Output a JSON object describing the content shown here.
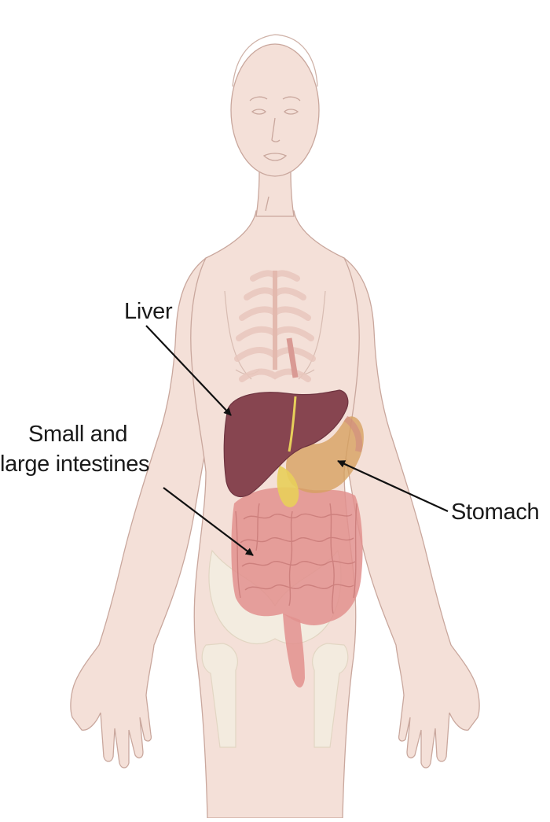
{
  "labels": {
    "liver": "Liver",
    "intestines_line1": "Small and",
    "intestines_line2": "large intestines",
    "stomach": "Stomach"
  },
  "colors": {
    "skin": "#f4e0d8",
    "skin_outline": "#c9a79d",
    "liver": "#874550",
    "stomach": "#d6a05e",
    "intestines": "#e2908e",
    "gallbladder": "#e8cf5a",
    "bone": "#f3efe2",
    "leader_line": "#111111"
  }
}
